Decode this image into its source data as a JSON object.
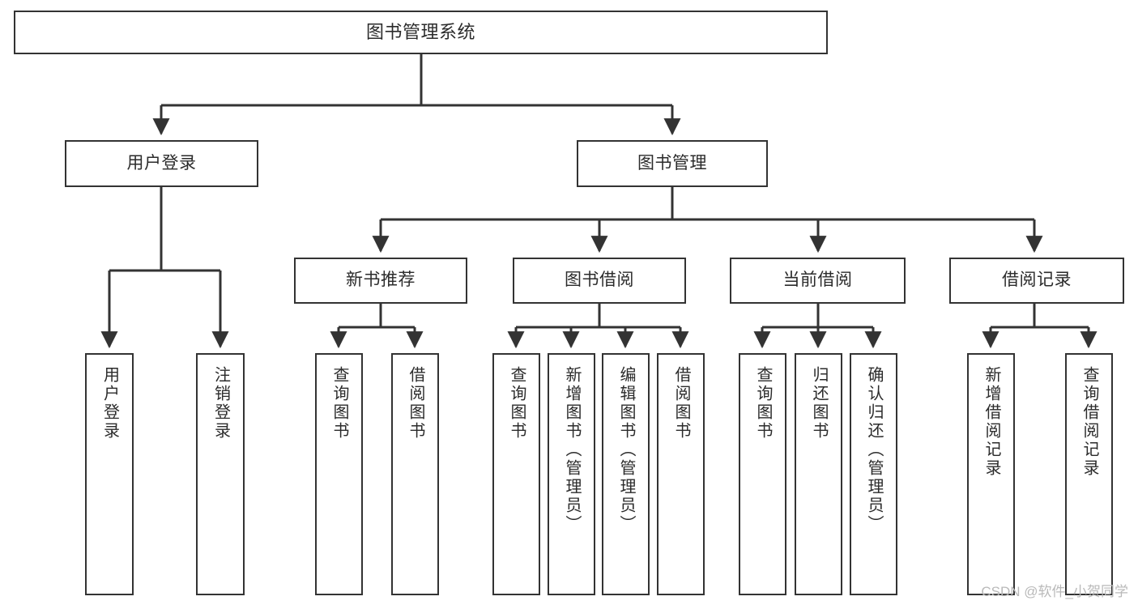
{
  "diagram": {
    "title": "图书管理系统",
    "type": "tree-diagram",
    "colors": {
      "background": "#ffffff",
      "box_border": "#333333",
      "text": "#2b2b2b",
      "edge": "#333333",
      "watermark": "#b9b9b9"
    },
    "nodes": {
      "root": {
        "label": "图书管理系统"
      },
      "level1": [
        {
          "label": "用户登录"
        },
        {
          "label": "图书管理"
        }
      ],
      "level2": [
        {
          "label": "新书推荐"
        },
        {
          "label": "图书借阅"
        },
        {
          "label": "当前借阅"
        },
        {
          "label": "借阅记录"
        }
      ],
      "leaves": {
        "user_login": [
          {
            "label": "用户登录"
          },
          {
            "label": "注销登录"
          }
        ],
        "new_book_recommend": [
          {
            "label": "查询图书"
          },
          {
            "label": "借阅图书"
          }
        ],
        "book_borrow": [
          {
            "label": "查询图书"
          },
          {
            "label": "新增图书（管理员）"
          },
          {
            "label": "编辑图书（管理员）"
          },
          {
            "label": "借阅图书"
          }
        ],
        "current_borrow": [
          {
            "label": "查询图书"
          },
          {
            "label": "归还图书"
          },
          {
            "label": "确认归还（管理员）"
          }
        ],
        "borrow_record": [
          {
            "label": "新增借阅记录"
          },
          {
            "label": "查询借阅记录"
          }
        ]
      }
    }
  },
  "watermark": {
    "text": "CSDN @软件_小贺同学"
  }
}
